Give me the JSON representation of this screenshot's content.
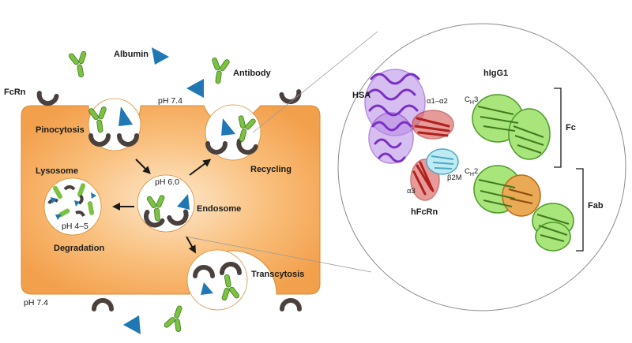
{
  "labels": {
    "albumin": "Albumin",
    "antibody": "Antibody",
    "fcrn": "FcRn",
    "ph_top": "pH 7.4",
    "ph_bottom": "pH 7.4",
    "pinocytosis": "Pinocytosis",
    "recycling": "Recycling",
    "lysosome": "Lysosome",
    "ph_lysosome": "pH 4–5",
    "degradation": "Degradation",
    "ph_endosome": "pH 6.0",
    "endosome": "Endosome",
    "transcytosis": "Transcytosis"
  },
  "structure_labels": {
    "hsa": "HSA",
    "hfcrn": "hFcRn",
    "a1a2": "α1–α2",
    "b2m": "β2M",
    "a3": "α3",
    "higg1": "hIgG1",
    "ch3_main": "C",
    "ch3_sub": "H",
    "ch3_num": "3",
    "ch2_main": "C",
    "ch2_sub": "H",
    "ch2_num": "2",
    "fc": "Fc",
    "fab": "Fab"
  },
  "colors": {
    "cell_fill": "#f4a450",
    "cell_center": "#fbe3c2",
    "fcrn": "#4a403c",
    "antibody": "#7cc242",
    "albumin": "#1f77b4",
    "hsa": "#7b2fc4",
    "hfcrn": "#b0201e",
    "b2m": "#8fd8e8",
    "igg_green": "#8ddc5a",
    "igg_orange": "#e08a2a"
  }
}
